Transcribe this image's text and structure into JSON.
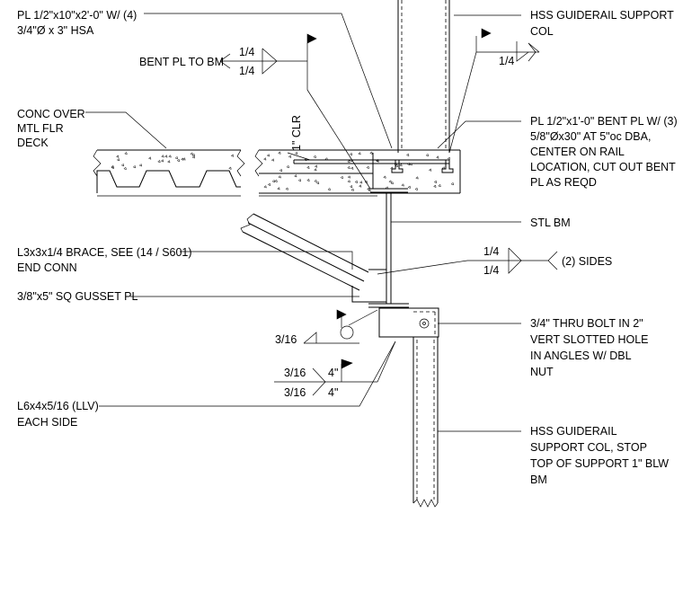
{
  "labels": {
    "pl_hsa_1": "PL 1/2\"x10\"x2'-0\" W/ (4)",
    "pl_hsa_2": "3/4\"Ø x 3\" HSA",
    "bent_pl_to_bm": "BENT PL TO BM",
    "weld_bent_top": "1/4",
    "weld_bent_bot": "1/4",
    "hss_col_1": "HSS GUIDERAIL SUPPORT",
    "hss_col_2": "COL",
    "weld_hss": "1/4",
    "conc_1": "CONC OVER",
    "conc_2": "MTL FLR",
    "conc_3": "DECK",
    "clr": "1\" CLR",
    "bent_pl_1": "PL 1/2\"x1'-0\" BENT PL W/ (3)",
    "bent_pl_2": "5/8\"Øx30\" AT 5\"oc DBA,",
    "bent_pl_3": "CENTER ON RAIL",
    "bent_pl_4": "LOCATION, CUT OUT BENT",
    "bent_pl_5": "PL AS REQD",
    "stl_bm": "STL BM",
    "brace_1": "L3x3x1/4 BRACE, SEE (14 / S601)",
    "brace_2": "END CONN",
    "weld_sides_top": "1/4",
    "weld_sides_bot": "1/4",
    "weld_sides_note": "(2) SIDES",
    "gusset": "3/8\"x5\" SQ GUSSET PL",
    "weld_allaround": "3/16",
    "bolt_1": "3/4\" THRU BOLT IN 2\"",
    "bolt_2": "VERT SLOTTED HOLE",
    "bolt_3": "IN ANGLES W/ DBL",
    "bolt_4": "NUT",
    "weld_angle_top": "3/16",
    "weld_angle_top_len": "4\"",
    "weld_angle_bot": "3/16",
    "weld_angle_bot_len": "4\"",
    "angle_1": "L6x4x5/16 (LLV)",
    "angle_2": "EACH SIDE",
    "hss_low_1": "HSS GUIDERAIL",
    "hss_low_2": "SUPPORT COL, STOP",
    "hss_low_3": "TOP OF SUPPORT 1\" BLW",
    "hss_low_4": "BM"
  }
}
